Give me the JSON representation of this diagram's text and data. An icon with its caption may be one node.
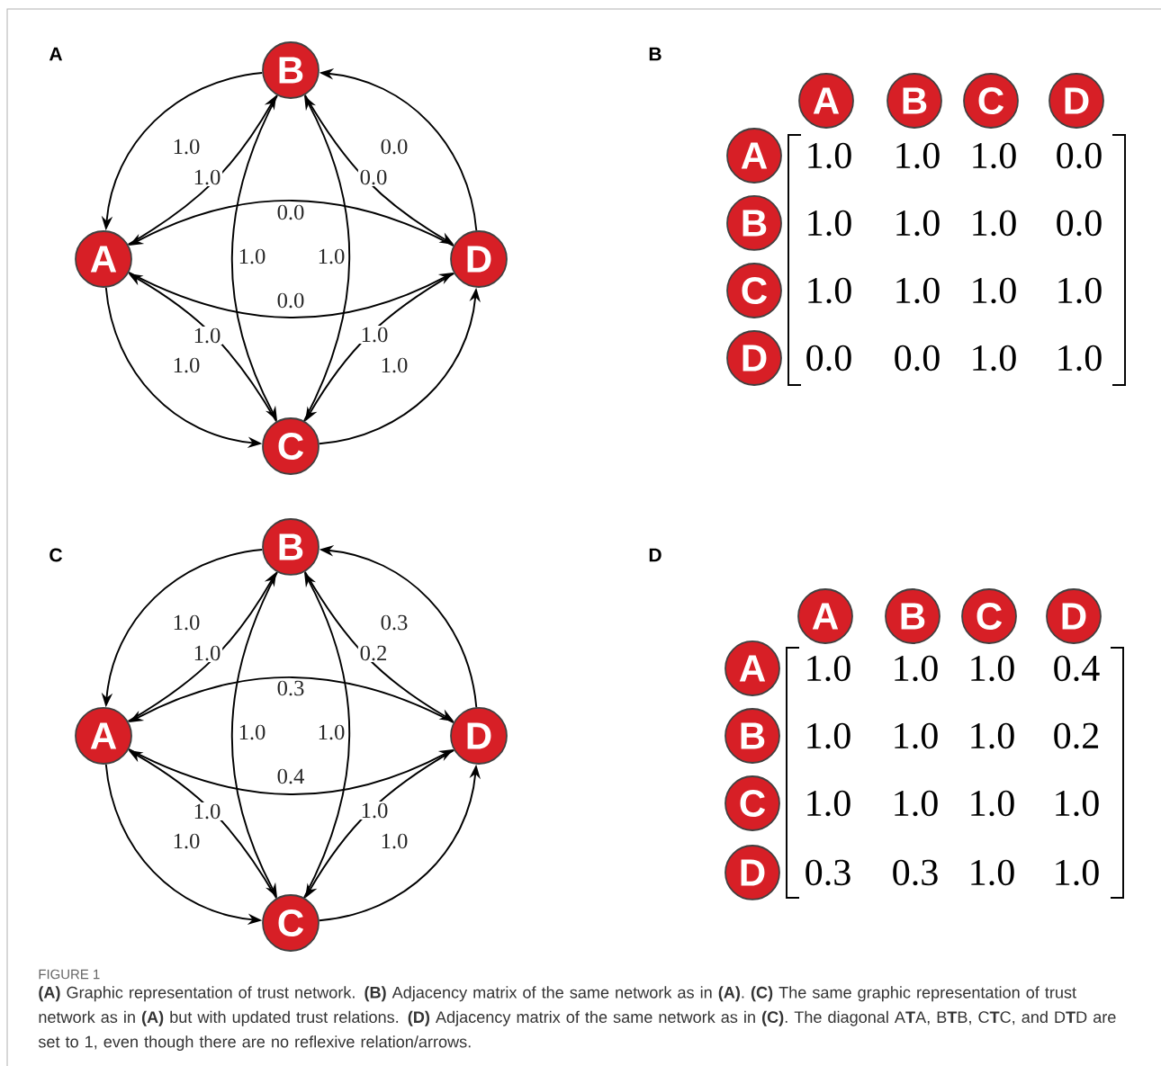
{
  "diagram": {
    "title": "FIGURE 1",
    "caption": "**(A)** Graphic representation of trust network. **(B)** Adjacency matrix of the same network as in **(A)**. **(C)** The same graphic representation of trust network as in **(A)** but with updated trust relations. **(D)** Adjacency matrix of the same network as in **(C)**. The diagonal A**T**A, B**T**B, C**T**C, and D**T**D are set to 1, even though there are no reflexive relation/arrows.",
    "nodes": [
      {
        "text": [
          "B"
        ]
      },
      {
        "text": [
          "A"
        ]
      },
      {
        "text": [
          "D"
        ]
      },
      {
        "text": [
          "C"
        ]
      },
      {
        "text": [
          "B"
        ]
      },
      {
        "text": [
          "A"
        ]
      },
      {
        "text": [
          "D"
        ]
      },
      {
        "text": [
          "C"
        ]
      },
      {
        "text": [
          "A"
        ]
      },
      {
        "text": [
          "B"
        ]
      },
      {
        "text": [
          "C"
        ]
      },
      {
        "text": [
          "D"
        ]
      },
      {
        "text": [
          "A"
        ]
      },
      {
        "text": [
          "B"
        ]
      },
      {
        "text": [
          "C"
        ]
      },
      {
        "text": [
          "D"
        ]
      },
      {
        "text": [
          "A"
        ]
      },
      {
        "text": [
          "B"
        ]
      },
      {
        "text": [
          "C"
        ]
      },
      {
        "text": [
          "D"
        ]
      },
      {
        "text": [
          "A"
        ]
      },
      {
        "text": [
          "B"
        ]
      },
      {
        "text": [
          "C"
        ]
      },
      {
        "text": [
          "D"
        ]
      }
    ],
    "edges": [
      {
        "from": 0,
        "to": 1,
        "arrow": "to",
        "label": "1.0"
      },
      {
        "from": 1,
        "to": 0,
        "arrow": "to",
        "label": "1.0"
      },
      {
        "from": 2,
        "to": 0,
        "arrow": "to",
        "label": "0.0"
      },
      {
        "from": 0,
        "to": 2,
        "arrow": "to",
        "label": "0.0"
      },
      {
        "from": 2,
        "to": 1,
        "arrow": "to",
        "label": "0.0"
      },
      {
        "from": 1,
        "to": 2,
        "arrow": "to",
        "label": "0.0"
      },
      {
        "from": 0,
        "to": 3,
        "arrow": "to",
        "label": "1.0"
      },
      {
        "from": 3,
        "to": 0,
        "arrow": "to",
        "label": "1.0"
      },
      {
        "from": 3,
        "to": 1,
        "arrow": "to",
        "label": "1.0"
      },
      {
        "from": 1,
        "to": 3,
        "arrow": "to",
        "label": "1.0"
      },
      {
        "from": 2,
        "to": 3,
        "arrow": "to",
        "label": "1.0"
      },
      {
        "from": 3,
        "to": 2,
        "arrow": "to",
        "label": "1.0"
      },
      {
        "from": 4,
        "to": 5,
        "arrow": "to",
        "label": "1.0"
      },
      {
        "from": 5,
        "to": 4,
        "arrow": "to",
        "label": "1.0"
      },
      {
        "from": 6,
        "to": 4,
        "arrow": "to",
        "label": "0.3"
      },
      {
        "from": 4,
        "to": 6,
        "arrow": "to",
        "label": "0.2"
      },
      {
        "from": 6,
        "to": 5,
        "arrow": "to",
        "label": "0.3"
      },
      {
        "from": 5,
        "to": 6,
        "arrow": "to",
        "label": "0.4"
      },
      {
        "from": 4,
        "to": 7,
        "arrow": "to",
        "label": "1.0"
      },
      {
        "from": 7,
        "to": 4,
        "arrow": "to",
        "label": "1.0"
      },
      {
        "from": 7,
        "to": 5,
        "arrow": "to",
        "label": "1.0"
      },
      {
        "from": 5,
        "to": 7,
        "arrow": "to",
        "label": "1.0"
      },
      {
        "from": 6,
        "to": 7,
        "arrow": "to",
        "label": "1.0"
      },
      {
        "from": 7,
        "to": 6,
        "arrow": "to",
        "label": "1.0"
      }
    ],
    "labels": [
      "A",
      "B",
      "1.0",
      "1.0",
      "1.0",
      "0.0",
      "1.0",
      "1.0",
      "1.0",
      "0.0",
      "1.0",
      "1.0",
      "1.0",
      "1.0",
      "0.0",
      "0.0",
      "1.0",
      "1.0",
      "C",
      "D",
      "1.0",
      "1.0",
      "1.0",
      "0.4",
      "1.0",
      "1.0",
      "1.0",
      "0.2",
      "1.0",
      "1.0",
      "1.0",
      "1.0",
      "0.3",
      "0.3",
      "1.0",
      "1.0"
    ]
  }
}
